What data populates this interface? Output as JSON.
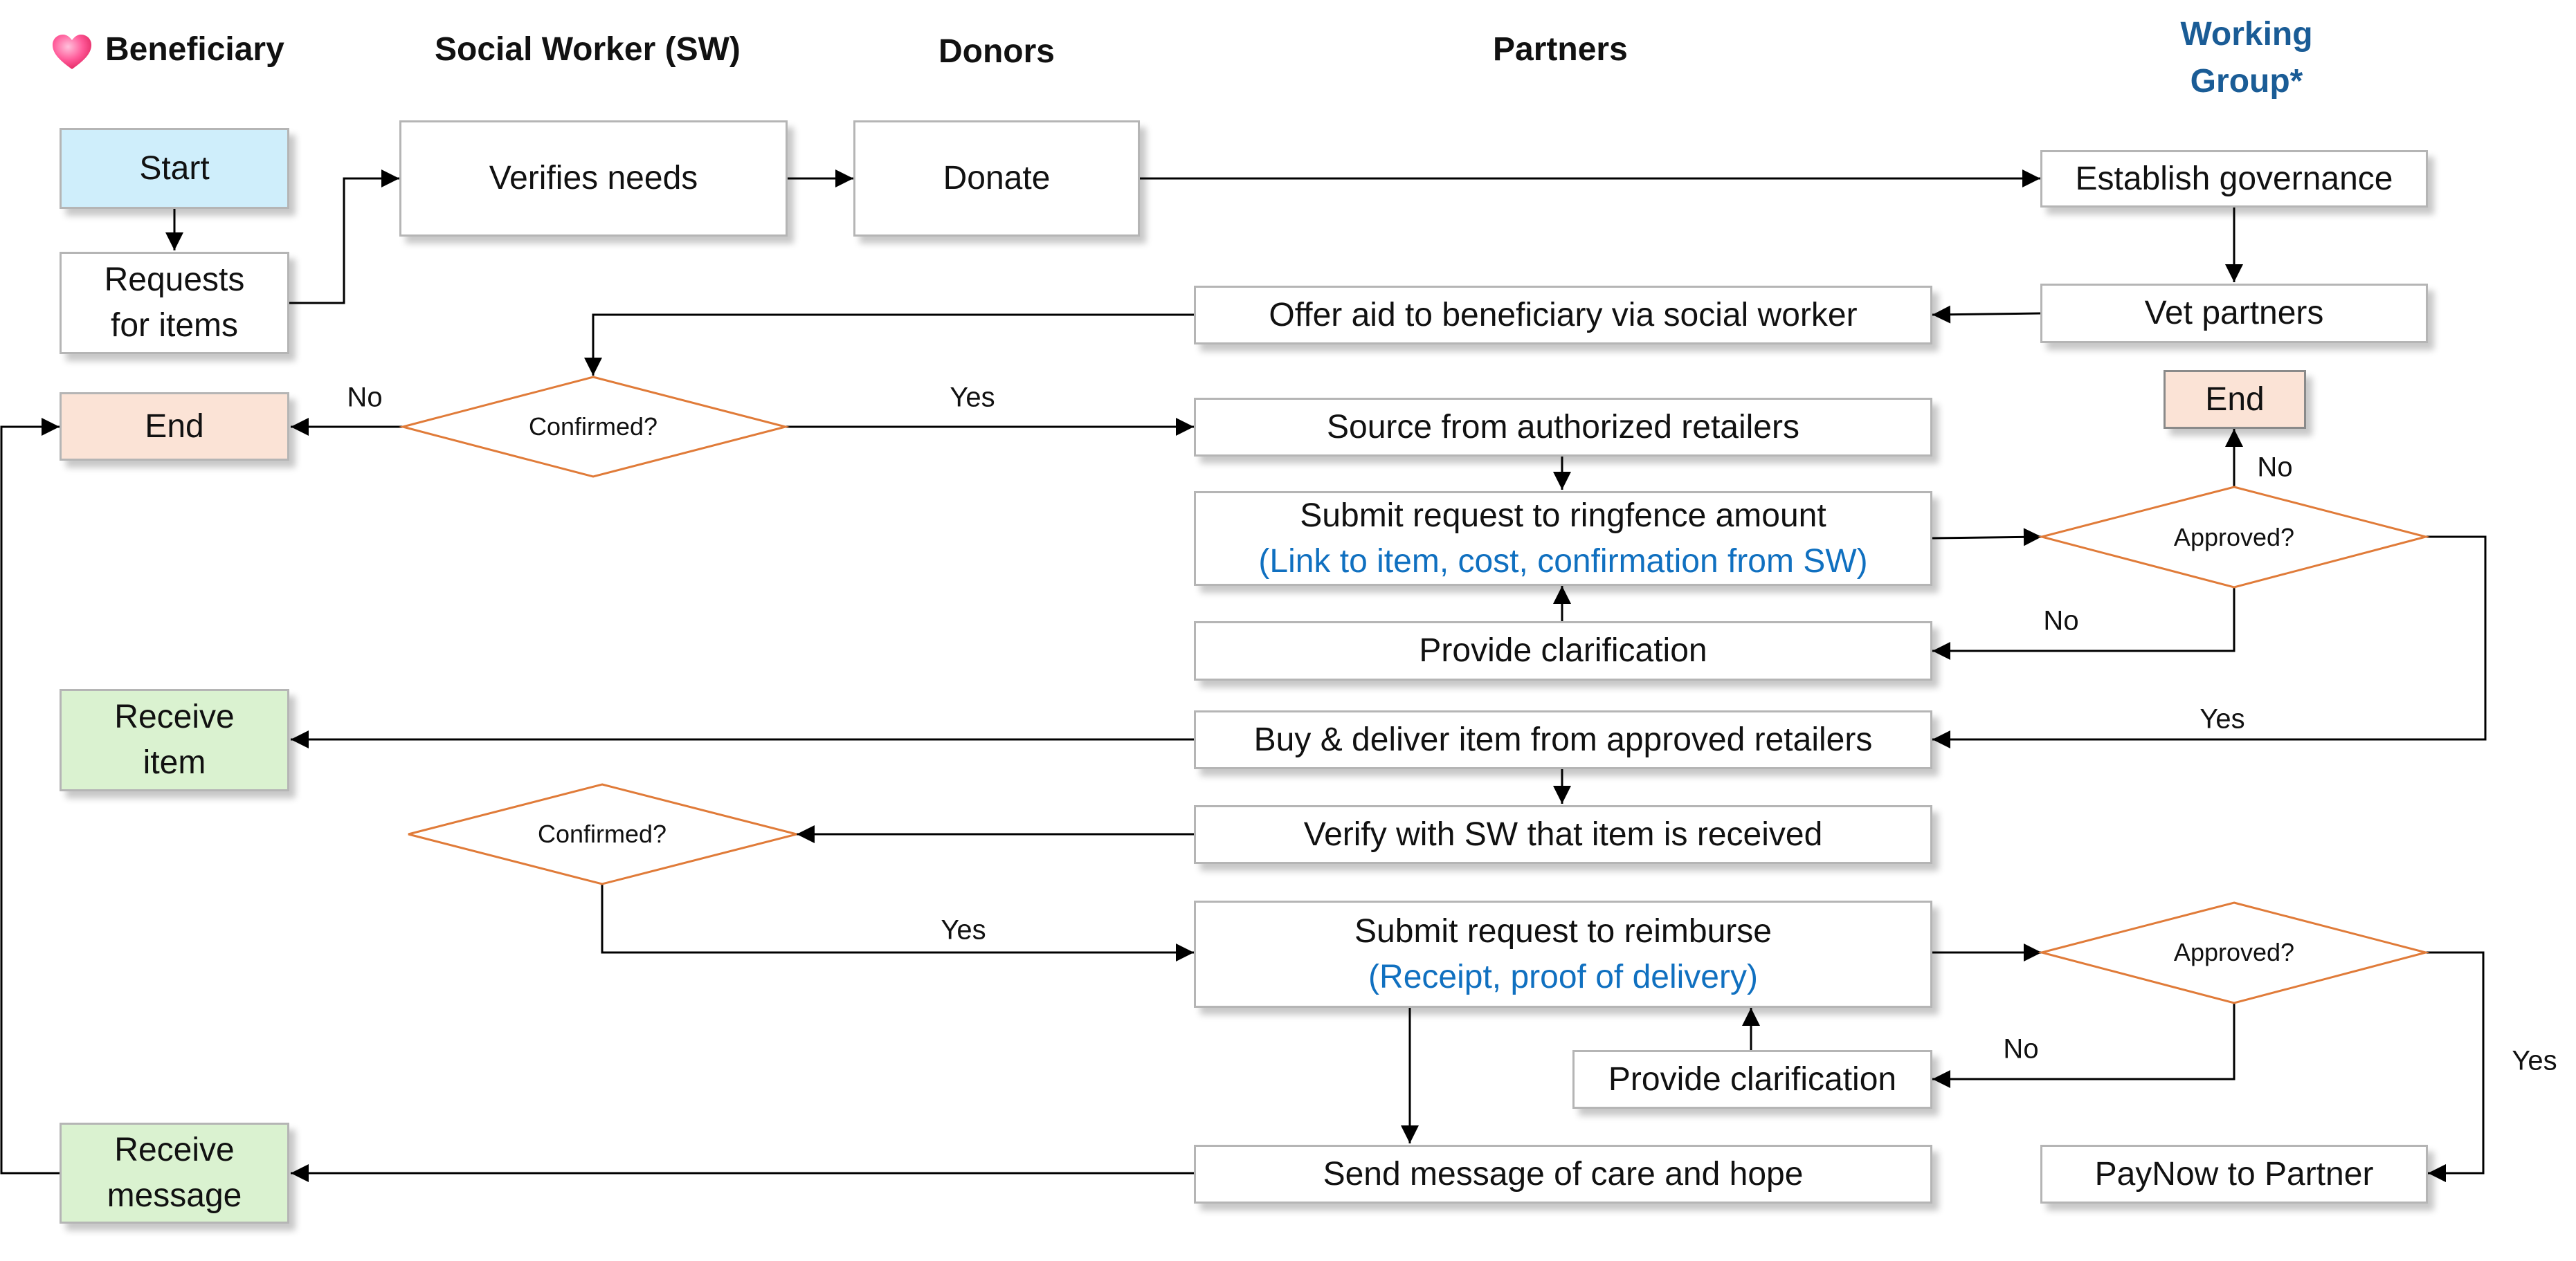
{
  "lanes": {
    "beneficiary": "Beneficiary",
    "social_worker": "Social Worker (SW)",
    "donors": "Donors",
    "partners": "Partners",
    "working_group_line1": "Working",
    "working_group_line2": "Group*"
  },
  "icons": {
    "lane_marker": "heart-icon"
  },
  "colors": {
    "start_fill": "#cfeefb",
    "end_fill": "#fbe3d6",
    "receive_fill": "#daf2d0",
    "decision_border": "#e07b39",
    "note_text": "#1070c0",
    "working_group_text": "#1a5c96"
  },
  "nodes": {
    "start": "Start",
    "requests_line1": "Requests",
    "requests_line2": "for items",
    "verifies_needs": "Verifies needs",
    "donate": "Donate",
    "establish_governance": "Establish governance",
    "vet_partners": "Vet partners",
    "offer_aid": "Offer aid to beneficiary via social worker",
    "end_left": "End",
    "confirmed_1": "Confirmed?",
    "source_retailers": "Source from authorized retailers",
    "end_right": "End",
    "ringfence_main": "Submit request to ringfence amount",
    "ringfence_note": "(Link to item, cost, confirmation from SW)",
    "approved_1": "Approved?",
    "clarification_1": "Provide clarification",
    "receive_item_line1": "Receive",
    "receive_item_line2": "item",
    "buy_deliver": "Buy & deliver item from approved retailers",
    "confirmed_2": "Confirmed?",
    "verify_received": "Verify with SW that item is received",
    "reimburse_main": "Submit request to reimburse",
    "reimburse_note": "(Receipt, proof of delivery)",
    "approved_2": "Approved?",
    "clarification_2": "Provide clarification",
    "receive_message_line1": "Receive",
    "receive_message_line2": "message",
    "send_message": "Send message of care and hope",
    "paynow": "PayNow to Partner"
  },
  "edge_labels": {
    "no_confirmed_1": "No",
    "yes_confirmed_1": "Yes",
    "no_approved_1_end": "No",
    "no_approved_1_clarify": "No",
    "yes_approved_1": "Yes",
    "yes_confirmed_2": "Yes",
    "no_approved_2": "No",
    "yes_approved_2": "Yes"
  }
}
